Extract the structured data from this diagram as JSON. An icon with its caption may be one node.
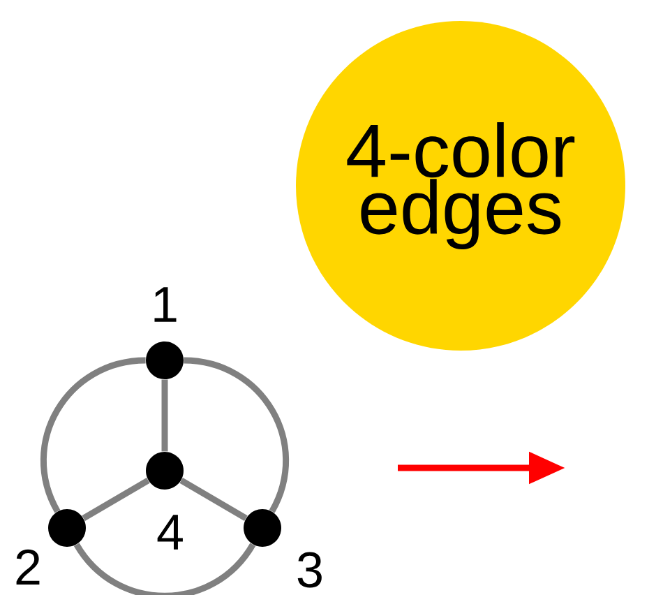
{
  "diagram": {
    "nodes": [
      {
        "text": [
          "4-color edges"
        ]
      },
      {
        "text": [],
        "shape": "circle",
        "beside": [
          "1"
        ]
      },
      {
        "text": [],
        "shape": "circle",
        "beside": [
          "2"
        ]
      },
      {
        "text": [],
        "shape": "circle",
        "beside": [
          "3"
        ]
      },
      {
        "text": [],
        "shape": "circle",
        "beside": [
          "4"
        ]
      }
    ],
    "edges": [
      {
        "from": 1,
        "to": 4,
        "arrow": "none"
      },
      {
        "from": 2,
        "to": 4,
        "arrow": "none"
      },
      {
        "from": 3,
        "to": 4,
        "arrow": "none"
      },
      {
        "from": 1,
        "to": 2,
        "arrow": "none"
      },
      {
        "from": 2,
        "to": 3,
        "arrow": "none"
      },
      {
        "from": 3,
        "to": 1,
        "arrow": "none"
      }
    ]
  }
}
